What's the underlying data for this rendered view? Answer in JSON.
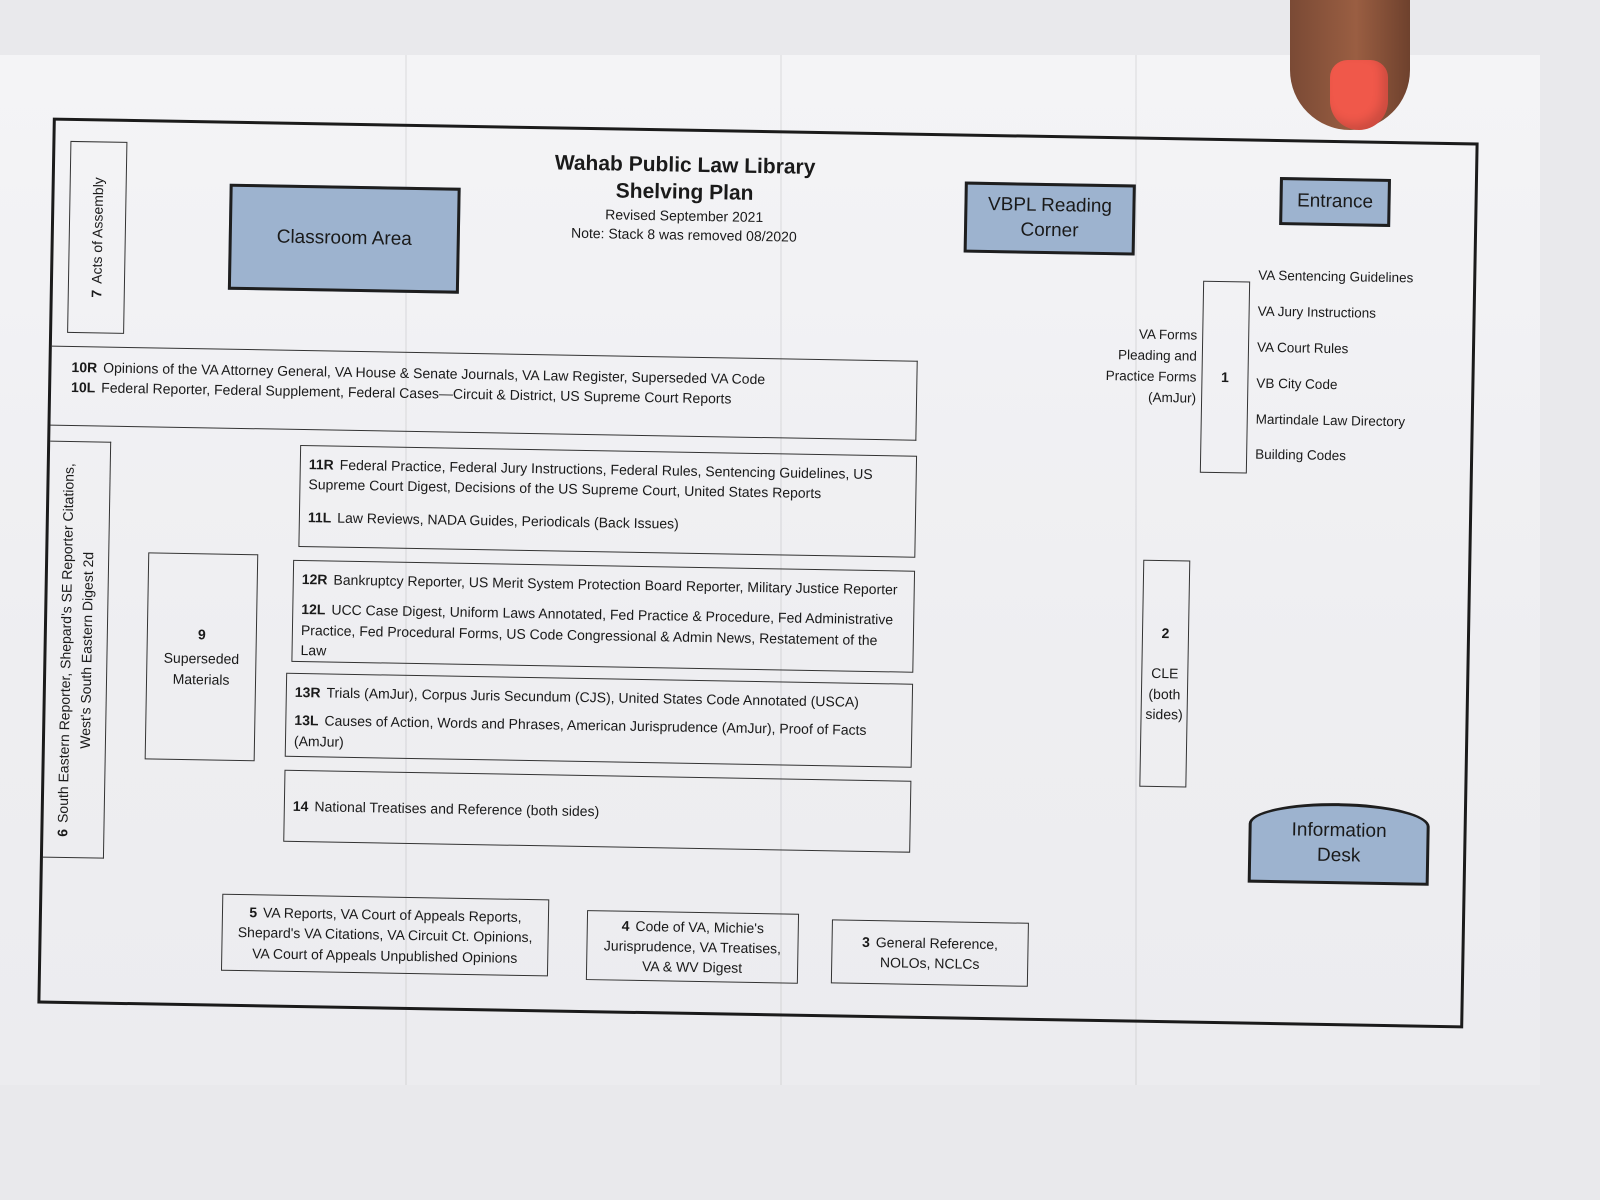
{
  "title": {
    "line1": "Wahab Public Law Library",
    "line2": "Shelving Plan",
    "revised": "Revised September 2021",
    "note": "Note: Stack 8 was removed 08/2020"
  },
  "areas": {
    "classroom": "Classroom Area",
    "reading_corner": "VBPL Reading Corner",
    "entrance": "Entrance",
    "info_desk_line1": "Information",
    "info_desk_line2": "Desk"
  },
  "stacks": {
    "s7": {
      "num": "7",
      "label": "Acts of Assembly"
    },
    "s6": {
      "num": "6",
      "line1": "South Eastern Reporter,  Shepard's SE Reporter Citations,",
      "line2": "West's South Eastern Digest 2d"
    },
    "s10R": {
      "num": "10R",
      "label": "Opinions of the VA Attorney General, VA House & Senate Journals, VA Law Register, Superseded VA Code"
    },
    "s10L": {
      "num": "10L",
      "label": "Federal Reporter, Federal Supplement, Federal Cases—Circuit & District, US Supreme Court Reports"
    },
    "s11R": {
      "num": "11R",
      "label": "Federal Practice, Federal Jury Instructions, Federal Rules, Sentencing Guidelines, US Supreme Court Digest, Decisions of the US Supreme Court, United States Reports"
    },
    "s11L": {
      "num": "11L",
      "label": "Law Reviews, NADA Guides, Periodicals (Back Issues)"
    },
    "s12R": {
      "num": "12R",
      "label": "Bankruptcy Reporter, US Merit System Protection Board Reporter, Military Justice Reporter"
    },
    "s12L": {
      "num": "12L",
      "label": "UCC Case Digest, Uniform Laws Annotated, Fed Practice & Procedure, Fed Administrative Practice, Fed Procedural Forms, US Code Congressional & Admin News, Restatement of the Law"
    },
    "s13R": {
      "num": "13R",
      "label": "Trials (AmJur), Corpus Juris Secundum (CJS), United States Code Annotated (USCA)"
    },
    "s13L": {
      "num": "13L",
      "label": "Causes of Action, Words and Phrases, American Jurisprudence (AmJur), Proof of Facts (AmJur)"
    },
    "s14": {
      "num": "14",
      "label": "National Treatises and Reference (both sides)"
    },
    "s9": {
      "num": "9",
      "line1": "Superseded",
      "line2": "Materials"
    },
    "s5": {
      "num": "5",
      "line1": "VA Reports, VA Court of Appeals Reports,",
      "line2": "Shepard's VA Citations, VA Circuit Ct. Opinions,",
      "line3": "VA Court of Appeals Unpublished Opinions"
    },
    "s4": {
      "num": "4",
      "line1": "Code of VA, Michie's",
      "line2": "Jurisprudence,  VA Treatises,",
      "line3": "VA & WV Digest"
    },
    "s3": {
      "num": "3",
      "line1": "General Reference,",
      "line2": "NOLOs, NCLCs"
    },
    "s2": {
      "num": "2",
      "line1": "CLE",
      "line2": "(both",
      "line3": "sides)"
    },
    "s1": {
      "num": "1"
    }
  },
  "va_forms": {
    "line1": "VA Forms",
    "line2": "Pleading and",
    "line3": "Practice Forms",
    "line4": "(AmJur)"
  },
  "stack1_list": [
    "VA Sentencing Guidelines",
    "VA Jury  Instructions",
    "VA Court Rules",
    "VB City Code",
    "Martindale Law Directory",
    "Building Codes"
  ]
}
